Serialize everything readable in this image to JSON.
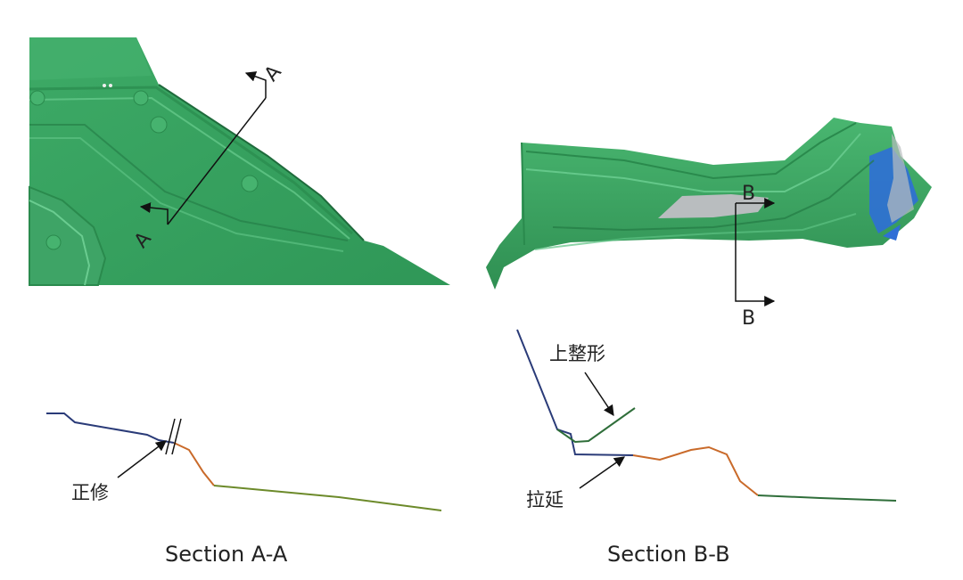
{
  "panels": {
    "a_view": {
      "arrow_label_top": "A",
      "arrow_label_bottom": "A"
    },
    "b_view": {
      "arrow_label_top": "B",
      "arrow_label_bottom": "B"
    }
  },
  "sections": {
    "a": {
      "caption": "Section A-A",
      "annotation": "正修"
    },
    "b": {
      "caption": "Section B-B",
      "annotation_top": "上整形",
      "annotation_bottom": "拉延"
    }
  },
  "colors": {
    "panel_green": "#3aa562",
    "panel_green_light": "#58bf7c",
    "panel_green_dark": "#237a44",
    "section_blue": "#2a3b78",
    "section_orange": "#c96a2a",
    "section_green": "#2f6e3a",
    "highlight_blue": "#2f6fd6",
    "highlight_gray": "#b9bdbf"
  }
}
